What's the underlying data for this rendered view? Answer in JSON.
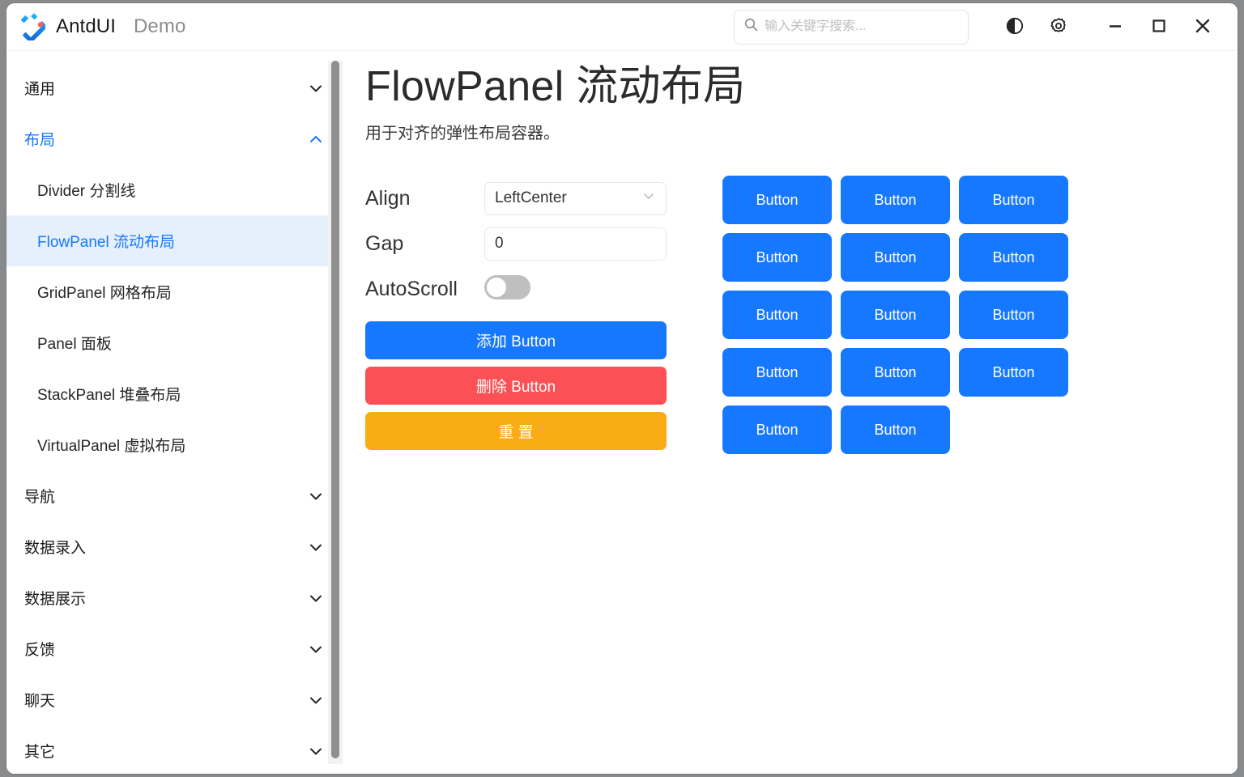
{
  "window": {
    "app_name": "AntdUI",
    "app_sub": "Demo",
    "logo_icon": "antd-logo-icon",
    "colors": {
      "primary": "#1677FF",
      "danger": "#FB5055",
      "warning": "#FAAC14",
      "selected_bg": "#E6F0FD",
      "toggle_off": "#BFBFBF"
    }
  },
  "search": {
    "placeholder": "输入关键字搜索...",
    "value": "",
    "icon": "search-icon"
  },
  "titlebar_actions": [
    {
      "name": "theme-toggle-button",
      "icon": "half-circle-icon"
    },
    {
      "name": "settings-button",
      "icon": "gear-icon"
    },
    {
      "name": "minimize-button",
      "icon": "minimize-icon"
    },
    {
      "name": "maximize-button",
      "icon": "maximize-icon"
    },
    {
      "name": "close-button",
      "icon": "close-icon"
    }
  ],
  "sidebar": {
    "groups": [
      {
        "label": "通用",
        "open": false,
        "items": []
      },
      {
        "label": "布局",
        "open": true,
        "items": [
          {
            "label": "Divider 分割线",
            "selected": false
          },
          {
            "label": "FlowPanel 流动布局",
            "selected": true
          },
          {
            "label": "GridPanel 网格布局",
            "selected": false
          },
          {
            "label": "Panel 面板",
            "selected": false
          },
          {
            "label": "StackPanel 堆叠布局",
            "selected": false
          },
          {
            "label": "VirtualPanel 虚拟布局",
            "selected": false
          }
        ]
      },
      {
        "label": "导航",
        "open": false,
        "items": []
      },
      {
        "label": "数据录入",
        "open": false,
        "items": []
      },
      {
        "label": "数据展示",
        "open": false,
        "items": []
      },
      {
        "label": "反馈",
        "open": false,
        "items": []
      },
      {
        "label": "聊天",
        "open": false,
        "items": []
      },
      {
        "label": "其它",
        "open": false,
        "items": []
      }
    ]
  },
  "page": {
    "title": "FlowPanel 流动布局",
    "subtitle": "用于对齐的弹性布局容器。"
  },
  "controls": {
    "align": {
      "label": "Align",
      "value": "LeftCenter"
    },
    "gap": {
      "label": "Gap",
      "value": "0"
    },
    "autoscroll": {
      "label": "AutoScroll",
      "checked": false
    }
  },
  "actions": {
    "add": "添加 Button",
    "remove": "删除 Button",
    "reset": "重 置"
  },
  "flow_panel": {
    "button_label": "Button",
    "count": 14
  }
}
